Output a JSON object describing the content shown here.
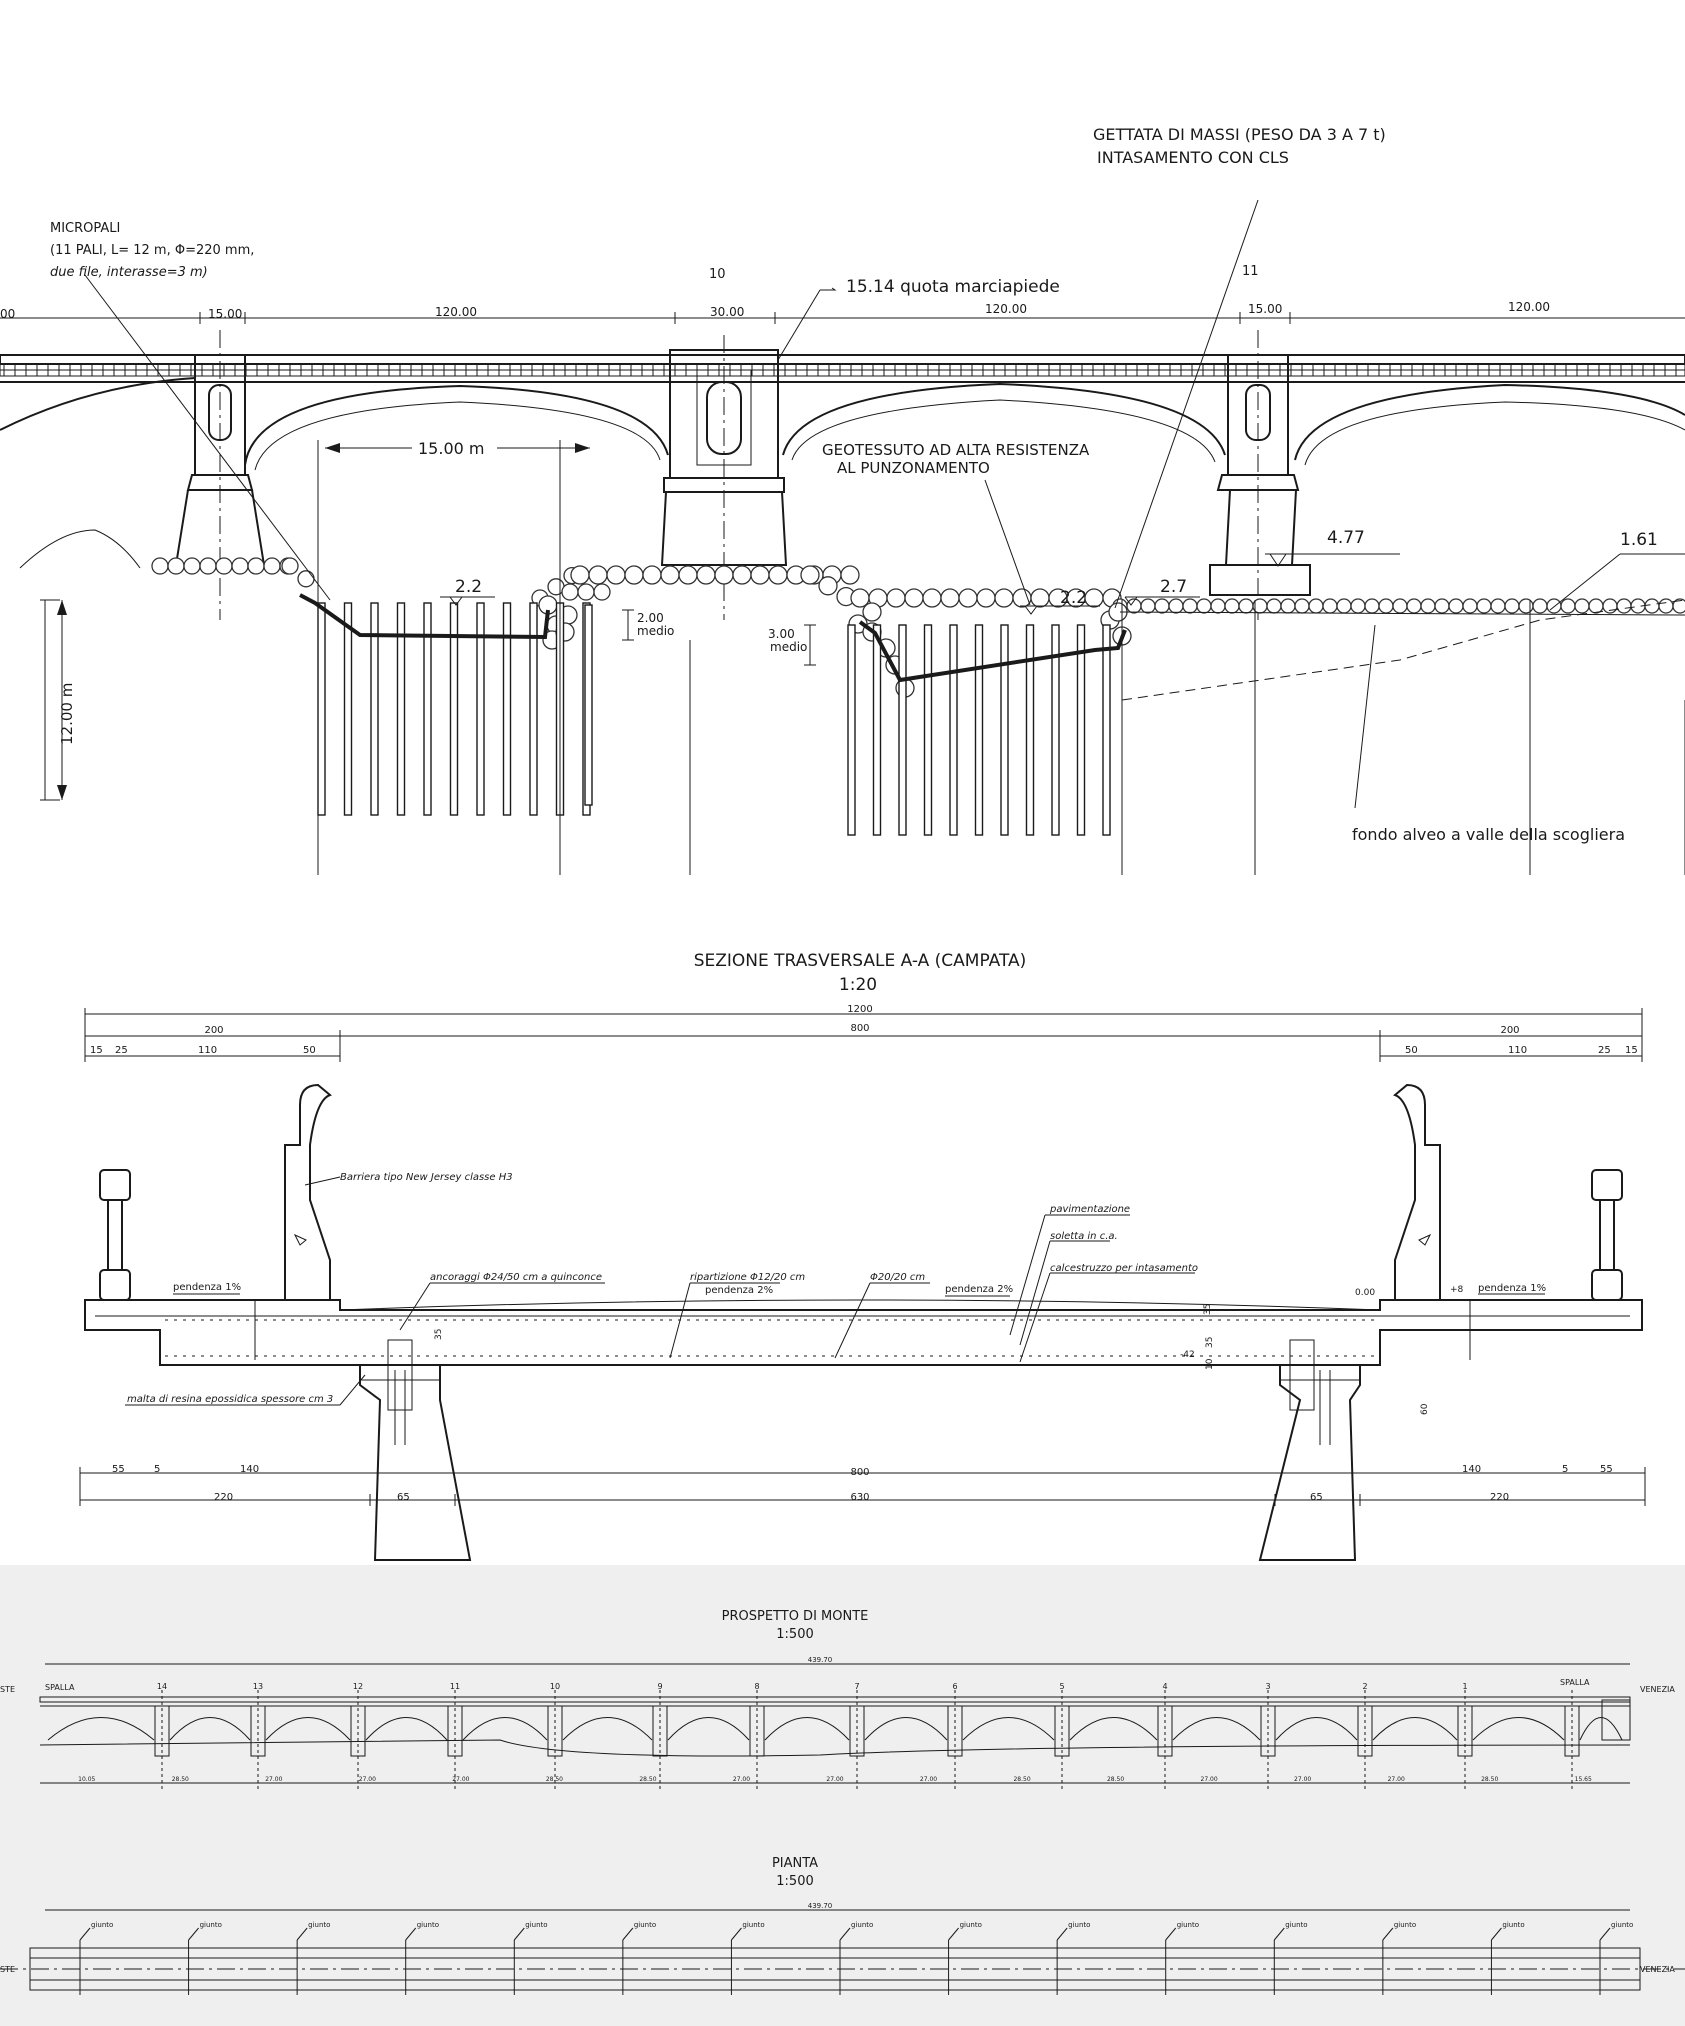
{
  "elevation": {
    "labels": {
      "micropali_title": "MICROPALI",
      "micropali_line1": "(11 PALI, L= 12 m, Φ=220 mm,",
      "micropali_line2": "due file, interasse=3 m)",
      "gettata_line1": "GETTATA DI MASSI (PESO DA 3 A 7 t)",
      "gettata_line2": "INTASAMENTO CON CLS",
      "quota_marciapiede": "15.14 quota marciapiede",
      "geotessuto_line1": "GEOTESSUTO AD ALTA RESISTENZA",
      "geotessuto_line2": "AL PUNZONAMENTO",
      "span_15m": "15.00 m",
      "height_12m": "12.00 m",
      "depth_2": "2.00",
      "depth_2_sub": "medio",
      "depth_3": "3.00",
      "depth_3_sub": "medio",
      "level_left": "2.2",
      "level_mid": "2.2",
      "level_right": "2.7",
      "level_477": "4.77",
      "level_161": "1.61",
      "fondo_alveo": "fondo alveo a valle della scogliera",
      "pier_10": "10",
      "pier_11": "11",
      "dim_edge": "00",
      "dim_15_left": "15.00",
      "dim_120_a": "120.00",
      "dim_30": "30.00",
      "dim_120_b": "120.00",
      "dim_15_right": "15.00",
      "dim_120_c": "120.00"
    }
  },
  "section": {
    "title": "SEZIONE TRASVERSALE A-A (CAMPATA)",
    "scale": "1:20",
    "dims_top": {
      "total": "1200",
      "left_200": "200",
      "mid_800": "800",
      "right_200": "200",
      "l15": "15",
      "l25": "25",
      "l110": "110",
      "l50": "50",
      "r50": "50",
      "r110": "110",
      "r25": "25",
      "r15": "15"
    },
    "notes": {
      "barriera": "Barriera tipo New Jersey classe H3",
      "pavimentazione": "pavimentazione",
      "soletta": "soletta in c.a.",
      "calcestruzzo": "calcestruzzo per intasamento",
      "ancoraggi": "ancoraggi Φ24/50 cm a quinconce",
      "ripartizione": "ripartizione Φ12/20 cm",
      "phi20": "Φ20/20 cm",
      "pendenza_left": "pendenza 1%",
      "pendenza_2a": "pendenza 2%",
      "pendenza_2b": "pendenza 2%",
      "pendenza_right": "pendenza 1%",
      "malta": "malta di resina epossidica spessore cm 3",
      "level_000": "0.00",
      "level_p8": "+8",
      "level_m42": "-42",
      "v35a": "35",
      "v35b": "35",
      "v35c": "35",
      "v10": "10",
      "v60": "60"
    },
    "dims_bottom": {
      "l55": "55",
      "l5": "5",
      "l140": "140",
      "m800": "800",
      "r140": "140",
      "r5": "5",
      "r55": "55",
      "l220": "220",
      "l65": "65",
      "m630": "630",
      "r65": "65",
      "r220": "220"
    }
  },
  "prospetto": {
    "title": "PROSPETTO DI MONTE",
    "scale": "1:500",
    "total": "439.70",
    "spalla_left": "SPALLA",
    "spalla_right": "SPALLA",
    "venezia": "VENEZIA",
    "edge_left": "STE",
    "pier_numbers": [
      "14",
      "13",
      "12",
      "11",
      "10",
      "9",
      "8",
      "7",
      "6",
      "5",
      "4",
      "3",
      "2",
      "1"
    ],
    "spans": [
      "10.05",
      "28.50",
      "27.00",
      "27.00",
      "27.00",
      "28.50",
      "28.50",
      "27.00",
      "27.00",
      "27.00",
      "28.50",
      "28.50",
      "27.00",
      "27.00",
      "27.00",
      "28.50",
      "15.65"
    ]
  },
  "pianta": {
    "title": "PIANTA",
    "scale": "1:500",
    "total": "439.70",
    "joint_label": "giunto",
    "joint_count": 15,
    "venezia": "VENEZIA",
    "edge_left": "STE"
  }
}
